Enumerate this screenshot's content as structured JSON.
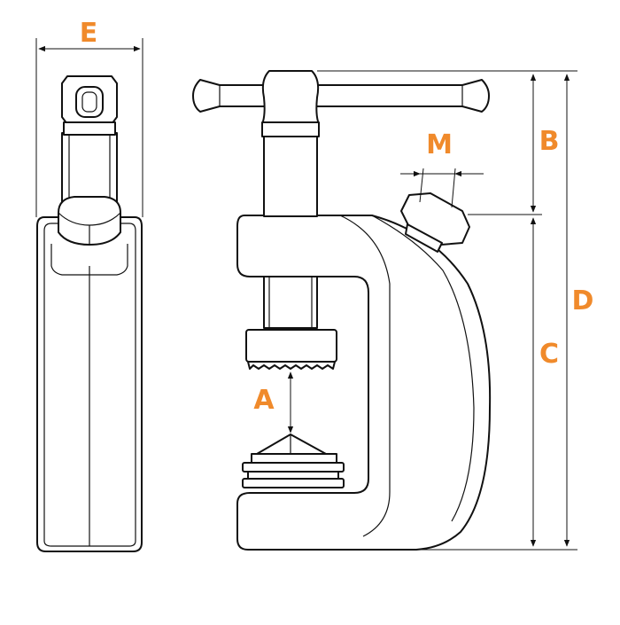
{
  "labels": {
    "E": "E",
    "B": "B",
    "M": "M",
    "D": "D",
    "C": "C",
    "A": "A"
  },
  "colors": {
    "label": "#f08a2b",
    "line": "#111111",
    "background": "#ffffff"
  }
}
